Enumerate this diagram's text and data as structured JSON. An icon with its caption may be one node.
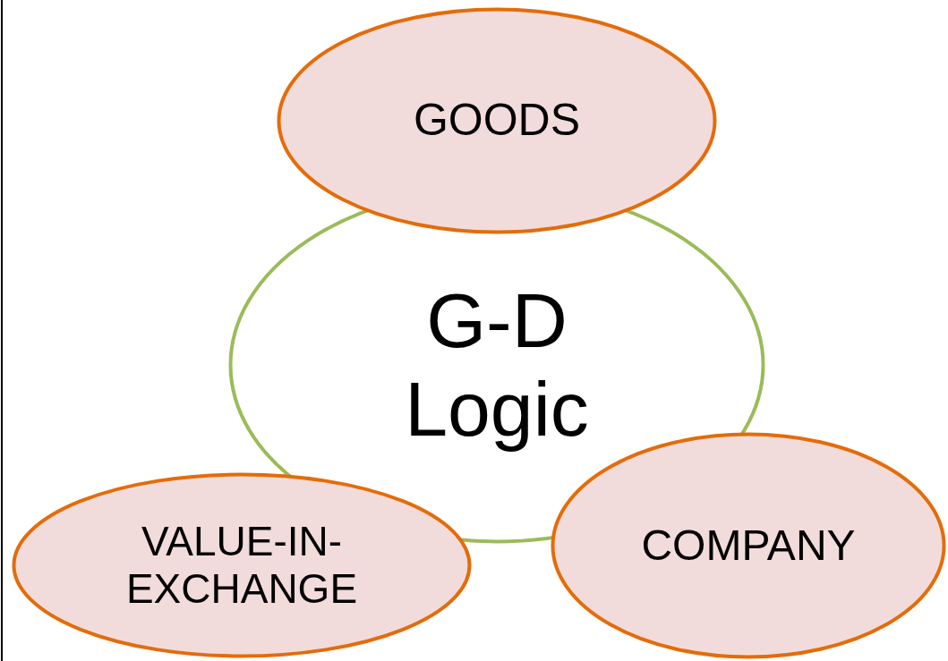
{
  "diagram": {
    "nodes": [
      {
        "text": [
          "GOODS"
        ]
      },
      {
        "text": [
          "G-D Logic"
        ]
      },
      {
        "text": [
          "VALUE-IN- EXCHANGE"
        ]
      },
      {
        "text": [
          "COMPANY"
        ]
      }
    ]
  }
}
